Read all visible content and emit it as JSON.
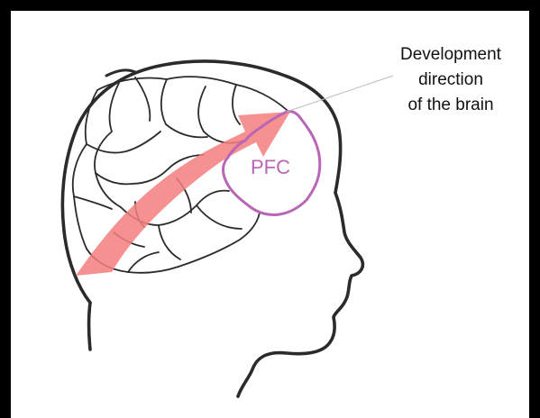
{
  "annotation": {
    "line1": "Development",
    "line2": "direction",
    "line3": "of the brain"
  },
  "region_label": "PFC",
  "colors": {
    "arrow": "#f47f7f",
    "pfc_outline": "#b966b6",
    "pfc_text": "#b966b6",
    "sketch": "#2b2b2b",
    "border": "#000000"
  }
}
